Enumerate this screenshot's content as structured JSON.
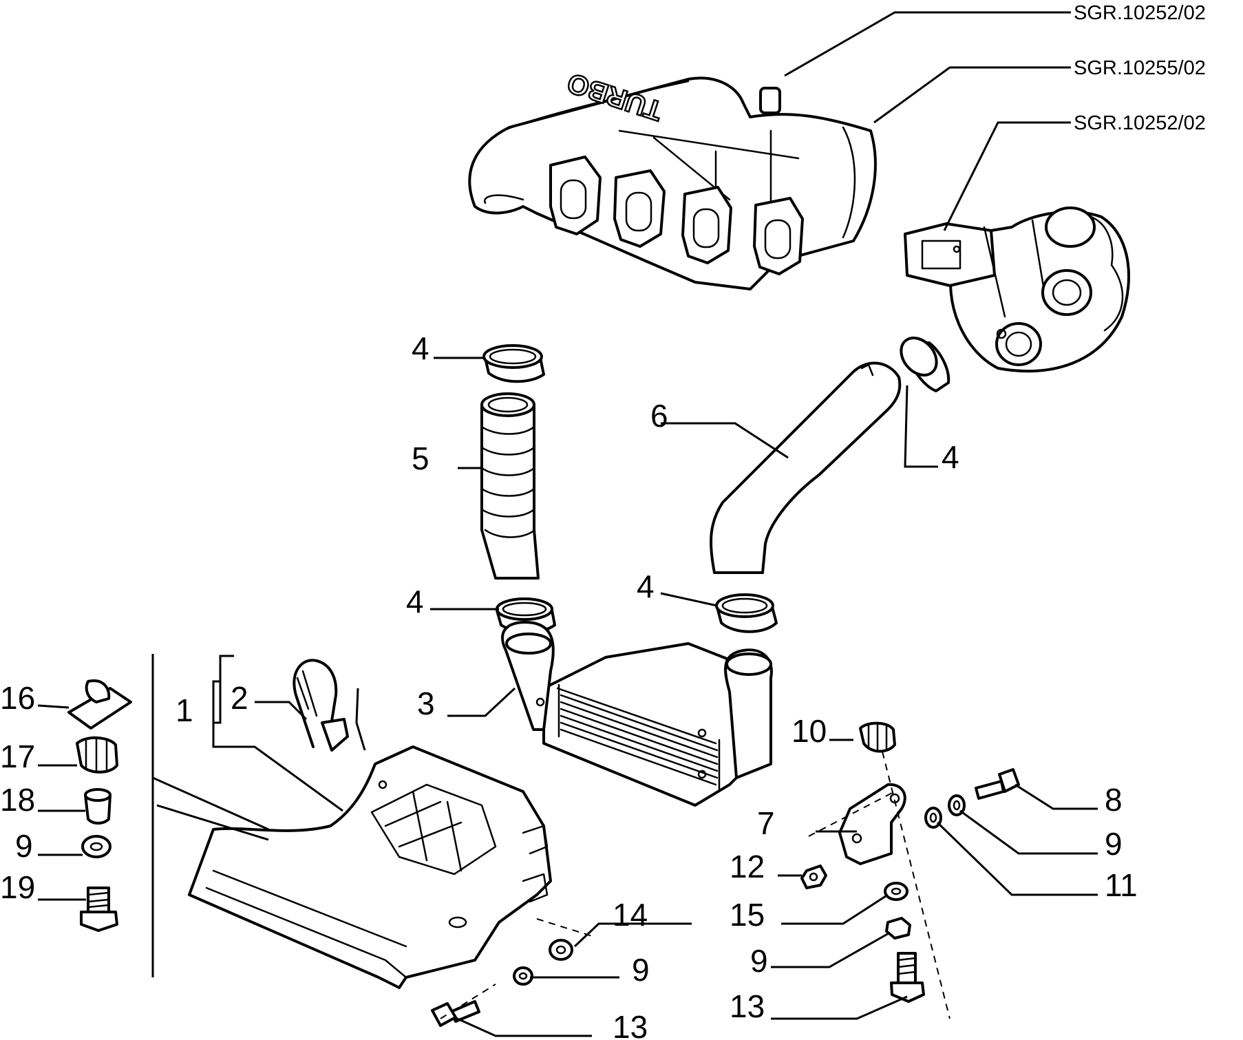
{
  "references": [
    "SGR.10252/02",
    "SGR.10255/02",
    "SGR.10252/02"
  ],
  "manifold_embossed_text": "TURBO",
  "callouts": {
    "c1": "1",
    "c2": "2",
    "c3": "3",
    "c4a": "4",
    "c4b": "4",
    "c4c": "4",
    "c4d": "4",
    "c5": "5",
    "c6": "6",
    "c7": "7",
    "c8": "8",
    "c9a": "9",
    "c9b": "9",
    "c9c": "9",
    "c9d": "9",
    "c10": "10",
    "c11": "11",
    "c12": "12",
    "c13a": "13",
    "c13b": "13",
    "c14": "14",
    "c15": "15",
    "c16": "16",
    "c17": "17",
    "c18": "18",
    "c19": "19"
  },
  "colors": {
    "ink": "#000000",
    "paper": "#ffffff"
  }
}
